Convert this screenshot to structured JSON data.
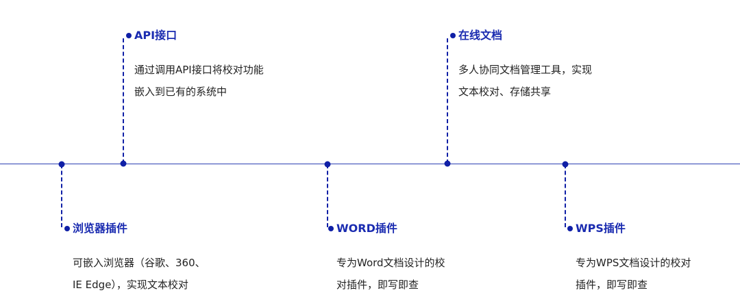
{
  "colors": {
    "accent": "#0f1fa6",
    "title": "#1a2bb0",
    "text": "#222222",
    "axis": "#2b3fb3"
  },
  "items": [
    {
      "title": "API接口",
      "desc": [
        "通过调用API接口将校对功能",
        "嵌入到已有的系统中"
      ]
    },
    {
      "title": "在线文档",
      "desc": [
        "多人协同文档管理工具，实现",
        "文本校对、存储共享"
      ]
    },
    {
      "title": "浏览器插件",
      "desc": [
        "可嵌入浏览器（谷歌、360、",
        "IE Edge），实现文本校对"
      ]
    },
    {
      "title": "WORD插件",
      "desc": [
        "专为Word文档设计的校",
        "对插件，即写即查"
      ]
    },
    {
      "title": "WPS插件",
      "desc": [
        "专为WPS文档设计的校对",
        "插件，即写即查"
      ]
    }
  ]
}
